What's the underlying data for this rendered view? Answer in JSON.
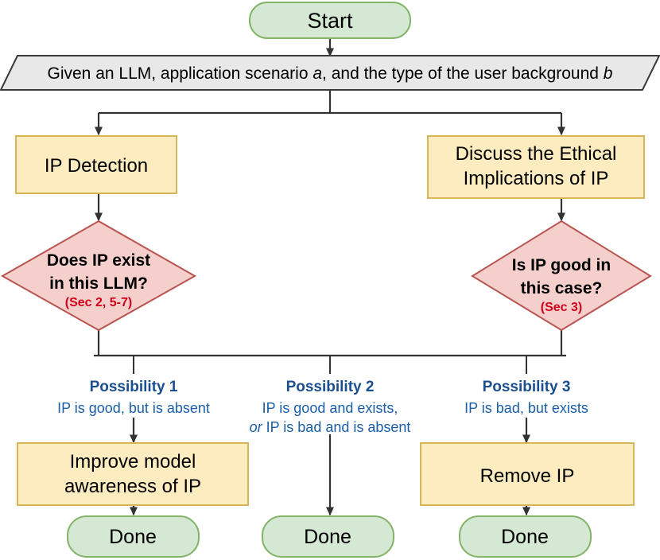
{
  "diagram": {
    "title": "IP decision flowchart",
    "colors": {
      "start_fill": "#d5e8d4",
      "start_stroke": "#82b366",
      "io_fill": "#e8e8e8",
      "io_stroke": "#3a3a3a",
      "process_fill": "#fcecbf",
      "process_stroke": "#d6b656",
      "decision_fill": "#f5cfcc",
      "decision_stroke": "#b85450",
      "edge": "#333333",
      "section_ref": "#d0021b",
      "possibility_heading": "#1a4f8f",
      "possibility_body": "#1a5fa8"
    }
  },
  "nodes": {
    "start": {
      "label": "Start",
      "shape": "rounded-terminal"
    },
    "given": {
      "shape": "parallelogram",
      "text_parts": [
        {
          "text": "Given an LLM, application scenario ",
          "style": "normal"
        },
        {
          "text": "a",
          "style": "italic"
        },
        {
          "text": ", and the type of the user background ",
          "style": "normal"
        },
        {
          "text": "b",
          "style": "italic"
        }
      ],
      "full_text": "Given an LLM, application scenario a, and the type of the user background b"
    },
    "ip_detection": {
      "label": "IP Detection",
      "shape": "process"
    },
    "discuss_ethical": {
      "shape": "process",
      "line1": "Discuss the Ethical",
      "line2": "Implications of IP"
    },
    "decision_left": {
      "shape": "decision",
      "line1": "Does IP exist",
      "line2": "in this LLM?",
      "section": "(Sec 2, 5-7)"
    },
    "decision_right": {
      "shape": "decision",
      "line1": "Is IP good in",
      "line2": "this case?",
      "section": "(Sec 3)"
    },
    "improve_model": {
      "shape": "process",
      "line1": "Improve model",
      "line2": "awareness of IP"
    },
    "remove_ip": {
      "label": "Remove IP",
      "shape": "process"
    },
    "done_left": {
      "label": "Done",
      "shape": "rounded-terminal"
    },
    "done_mid": {
      "label": "Done",
      "shape": "rounded-terminal"
    },
    "done_right": {
      "label": "Done",
      "shape": "rounded-terminal"
    }
  },
  "possibilities": [
    {
      "heading": "Possibility 1",
      "lines": [
        [
          {
            "text": "IP is good, but is absent",
            "style": "normal"
          }
        ]
      ]
    },
    {
      "heading": "Possibility 2",
      "lines": [
        [
          {
            "text": "IP is good and exists,",
            "style": "normal"
          }
        ],
        [
          {
            "text": "or",
            "style": "italic"
          },
          {
            "text": " IP is bad and is absent",
            "style": "normal"
          }
        ]
      ]
    },
    {
      "heading": "Possibility 3",
      "lines": [
        [
          {
            "text": "IP is bad, but exists",
            "style": "normal"
          }
        ]
      ]
    }
  ]
}
